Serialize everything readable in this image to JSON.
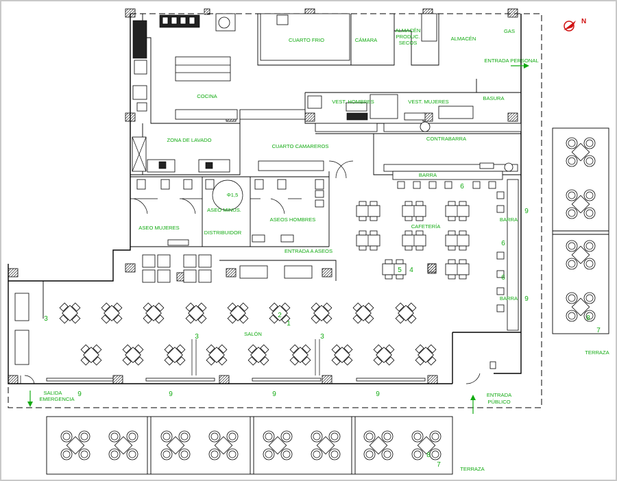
{
  "title": "",
  "rooms": {
    "cuarto_frio": "CUARTO FRIO",
    "camara": "CÁMARA",
    "almacen_prod_1": "ALMACÉN",
    "almacen_prod_2": "PRODUC.",
    "almacen_prod_3": "SECOS",
    "almacen": "ALMACÉN",
    "gas": "GAS",
    "entrada_personal": "ENTRADA PERSONAL",
    "cocina": "COCINA",
    "vest_hombres": "VEST. HOMBRES",
    "vest_mujeres": "VEST. MUJERES",
    "basura": "BASURA",
    "zona_lavado": "ZONA DE LAVADO",
    "cuarto_camareros": "CUARTO CAMAREROS",
    "contrabarra": "CONTRABARRA",
    "barra": "BARRA",
    "aseo_minus": "ASEO MINUS.",
    "diametro": "Φ1,5",
    "aseo_mujeres": "ASEO MUJERES",
    "distribuidor": "DISTRIBUIDOR",
    "aseos_hombres": "ASEOS HOMBRES",
    "cafeteria": "CAFETERÍA",
    "entrada_aseos": "ENTRADA A ASEOS",
    "barra_right_1": "BARRA",
    "barra_right_2": "BARRA",
    "salon": "SALÓN",
    "salida_1": "SALIDA",
    "salida_2": "EMERGENCIA",
    "entrada_1": "ENTRADA",
    "entrada_2": "PÚBLICO",
    "terraza_right": "TERRAZA",
    "terraza_bottom": "TERRAZA",
    "north": "N"
  },
  "counts": {
    "barra_stools": "6",
    "barra_right_top": "9",
    "barra_right_a": "6",
    "barra_right_b": "6",
    "barra_right_c": "9",
    "cafe_a": "5",
    "cafe_b": "4",
    "salon_a": "2",
    "salon_b": "1",
    "left_3": "3",
    "salon_3a": "3",
    "salon_3b": "3",
    "bottom_9a": "9",
    "bottom_9b": "9",
    "bottom_9c": "9",
    "bottom_9d": "9",
    "terraza_r_8": "8",
    "terraza_r_7": "7",
    "terraza_b_8": "8",
    "terraza_b_7": "7"
  },
  "colors": {
    "label": "#11aa11",
    "line": "#000000",
    "north": "#d01010"
  }
}
